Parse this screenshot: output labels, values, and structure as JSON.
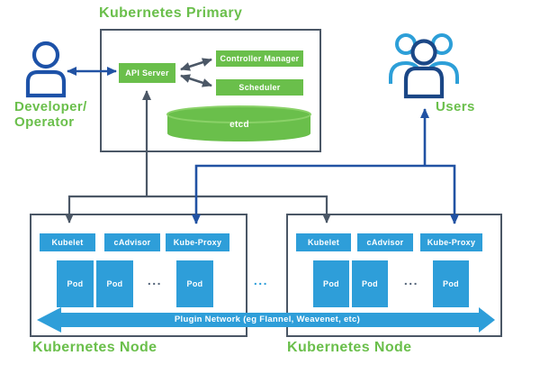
{
  "title": "Kubernetes Primary",
  "primary": {
    "api_server": "API Server",
    "controller_manager": "Controller Manager",
    "scheduler": "Scheduler",
    "etcd": "etcd"
  },
  "actors": {
    "developer_line1": "Developer/",
    "developer_line2": "Operator",
    "users": "Users"
  },
  "nodes": [
    {
      "label": "Kubernetes Node",
      "services": [
        "Kubelet",
        "cAdvisor",
        "Kube-Proxy"
      ],
      "pods": [
        "Pod",
        "Pod",
        "Pod"
      ],
      "pod_ellipsis": "..."
    },
    {
      "label": "Kubernetes Node",
      "services": [
        "Kubelet",
        "cAdvisor",
        "Kube-Proxy"
      ],
      "pods": [
        "Pod",
        "Pod",
        "Pod"
      ],
      "pod_ellipsis": "..."
    }
  ],
  "node_gap_ellipsis": "...",
  "plugin_network_label": "Plugin Network (eg Flannel, Weavenet, etc)",
  "colors": {
    "green": "#6abf4b",
    "blue": "#2e9ed9",
    "navy": "#2152a3",
    "slate": "#4b5766",
    "light_blue_users": "#2d9fd8",
    "dark_user": "#1b4786",
    "developer_blue": "#1d52a8"
  }
}
